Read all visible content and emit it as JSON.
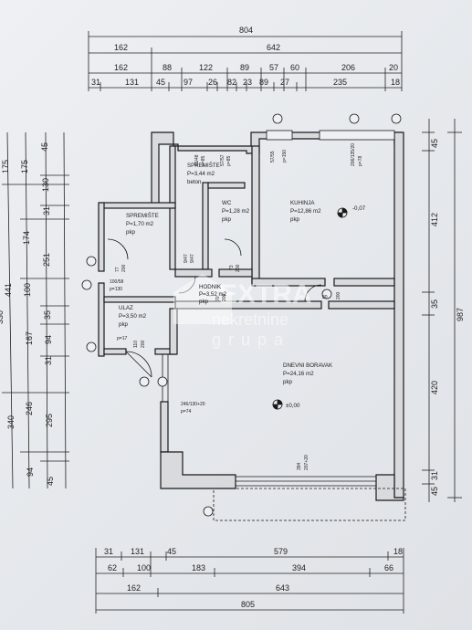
{
  "dims_top": {
    "row1": [
      "804"
    ],
    "row2": [
      "162",
      "642"
    ],
    "row3": [
      "162",
      "88",
      "122",
      "89",
      "57",
      "60",
      "206",
      "20"
    ],
    "row4": [
      "31",
      "131",
      "45",
      "97",
      "26",
      "82",
      "23",
      "89",
      "27",
      "235",
      "18"
    ]
  },
  "dims_bottom": {
    "row1": [
      "31",
      "131",
      "45",
      "579",
      "18"
    ],
    "row2": [
      "62",
      "100",
      "183",
      "394",
      "66"
    ],
    "row3": [
      "162",
      "643"
    ],
    "row4": [
      "805"
    ]
  },
  "dims_left": {
    "col1": [
      "175",
      "441",
      "340"
    ],
    "col2": [
      "175",
      "174",
      "100",
      "167",
      "246",
      "94"
    ],
    "col3": [
      "45",
      "130",
      "31",
      "251",
      "35",
      "94",
      "31",
      "295",
      "45"
    ],
    "partial": "330"
  },
  "dims_right": {
    "col1": [
      "45",
      "412",
      "35",
      "420",
      "31",
      "45"
    ],
    "total": "987"
  },
  "rooms": {
    "spremiste1": {
      "name": "SPREMIŠTE",
      "area": "P=3,44 m2",
      "floor": "beton"
    },
    "spremiste2": {
      "name": "SPREMIŠTE",
      "area": "P=1,70 m2",
      "floor": "pkp"
    },
    "wc": {
      "name": "WC",
      "area": "P=1,28 m2",
      "floor": "pkp"
    },
    "kuhinja": {
      "name": "KUHINJA",
      "area": "P=12,86 m2",
      "floor": "pkp"
    },
    "hodnik": {
      "name": "HODNIK",
      "area": "P=3,52 m2",
      "floor": "pkp"
    },
    "ulaz": {
      "name": "ULAZ",
      "area": "P=3,50 m2",
      "floor": "pkp"
    },
    "dnevni": {
      "name": "DNEVNI BORAVAK",
      "area": "P=24,16 m2",
      "floor": "pkp"
    }
  },
  "levels": {
    "kuhinja": "-0,07",
    "dnevni": "±0,00"
  },
  "openings": {
    "w1": "65/48",
    "w1b": "p=85",
    "w2": "57/57",
    "w2b": "p=85",
    "w3": "57/55",
    "w3b": "p=150",
    "w4": "206/135/20",
    "w4b": "p=78",
    "door_hall": "100/58",
    "door_hall_b": "p=130",
    "door_sp": "77",
    "door_sp_b": "200",
    "door_wc": "73",
    "door_wc_b": "200",
    "door_wc2": "9/47",
    "door_wc2_b": "9/47",
    "door_k": "80",
    "door_k_b": "200",
    "door_h1": "70",
    "door_h1_b": "200",
    "ulaz_note": "p=17",
    "ulaz_door": "110",
    "ulaz_door_b": "200",
    "win_left": "246/130+20",
    "win_left_b": "p=74",
    "win_bottom": "394",
    "win_bottom_b": "207+20"
  },
  "watermark": {
    "line1": "EXTRA",
    "line2": "nekretnine",
    "line3": "grupa"
  }
}
